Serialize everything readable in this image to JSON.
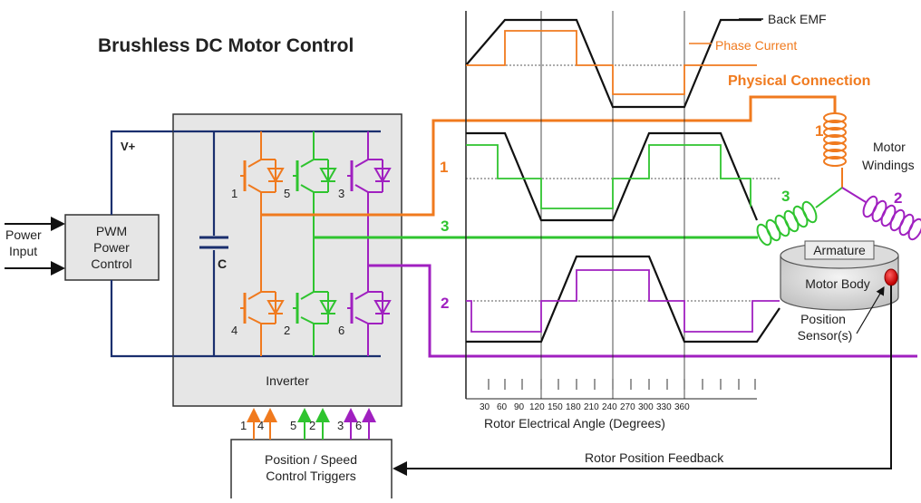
{
  "title": "Brushless DC Motor Control",
  "colors": {
    "phase1": "#f07a1e",
    "phase2": "#a020c0",
    "phase3": "#2fc42f",
    "bus": "#1a2f6e",
    "box_fill": "#e6e6e6"
  },
  "power": {
    "line1": "Power",
    "line2": "Input"
  },
  "pwm": {
    "line1": "PWM",
    "line2": "Power",
    "line3": "Control"
  },
  "vplus": "V+",
  "capacitor": "C",
  "inverter": {
    "label": "Inverter",
    "switch_numbers": [
      "1",
      "5",
      "3",
      "4",
      "2",
      "6"
    ]
  },
  "phase_labels": [
    "1",
    "3",
    "2"
  ],
  "legend": {
    "back_emf": "Back EMF",
    "phase_current": "Phase Current",
    "physical_connection": "Physical Connection"
  },
  "axis": {
    "ticks": [
      "30",
      "60",
      "90",
      "120",
      "150",
      "180",
      "210",
      "240",
      "270",
      "300",
      "330",
      "360"
    ],
    "label": "Rotor Electrical Angle (Degrees)"
  },
  "motor": {
    "windings_line1": "Motor",
    "windings_line2": "Windings",
    "winding_numbers": [
      "1",
      "3",
      "2"
    ],
    "armature": "Armature",
    "body": "Motor Body",
    "sensor_line1": "Position",
    "sensor_line2": "Sensor(s)"
  },
  "control": {
    "line1": "Position / Speed",
    "line2": "Control Triggers",
    "trigger_numbers": [
      "1",
      "4",
      "5",
      "2",
      "3",
      "6"
    ]
  },
  "feedback": "Rotor Position Feedback"
}
